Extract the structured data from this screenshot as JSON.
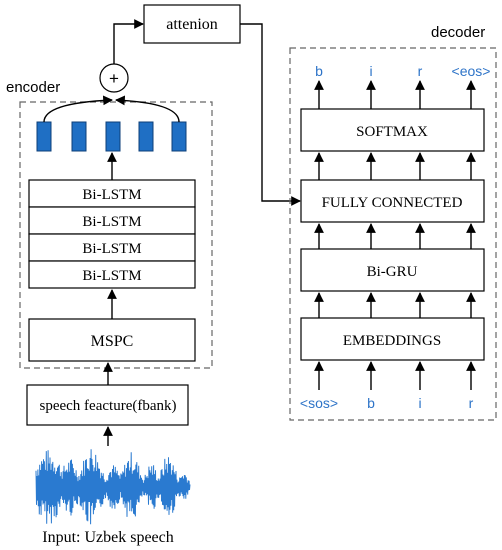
{
  "encoder": {
    "label": "encoder",
    "layers": [
      "Bi-LSTM",
      "Bi-LSTM",
      "Bi-LSTM",
      "Bi-LSTM"
    ],
    "mspc": "MSPC"
  },
  "decoder": {
    "label": "decoder",
    "outputs": [
      "b",
      "i",
      "r",
      "<eos>"
    ],
    "inputs": [
      "<sos>",
      "b",
      "i",
      "r"
    ],
    "layers": {
      "softmax": "SOFTMAX",
      "fully_connected": "FULLY CONNECTED",
      "bi_gru": "Bi-GRU",
      "embeddings": "EMBEDDINGS"
    }
  },
  "attention": {
    "label": "attenion",
    "sum_symbol": "+"
  },
  "features": {
    "label": "speech feacture(fbank)"
  },
  "input": {
    "caption": "Input: Uzbek speech"
  },
  "colors": {
    "token_blue": "#2e74c8",
    "cell_fill": "#1f6fc4",
    "wave": "#2a7ad0",
    "line": "#000000",
    "dash": "#666666"
  }
}
